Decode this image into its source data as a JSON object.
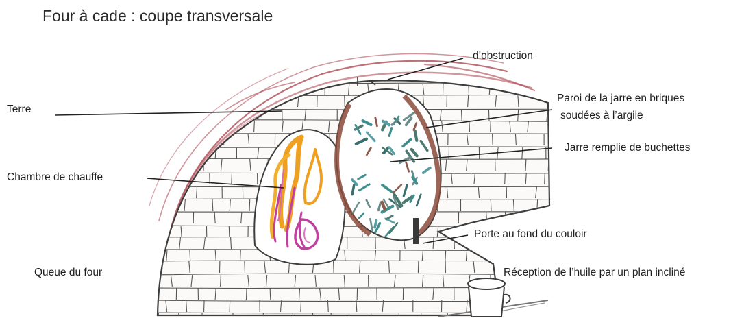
{
  "title": "Four à cade : coupe transversale",
  "labels": {
    "obstruction": "d’obstruction",
    "paroi_line1": "Paroi de la jarre en briques",
    "paroi_line2": "soudées à l’argile",
    "terre": "Terre",
    "jarre": "Jarre remplie de buchettes",
    "chambre": "Chambre de chauffe",
    "porte": "Porte au fond du couloir",
    "queue": "Queue du four",
    "reception": "Réception de l’huile par un plan incliné"
  },
  "colors": {
    "stone_outline": "#3d3d3d",
    "earth_red": "#a8404a",
    "flame_orange": "#f0a020",
    "flame_magenta": "#c040a0",
    "wood_teal": "#3f8f8f",
    "brick_wall": "#8a4a3a"
  }
}
